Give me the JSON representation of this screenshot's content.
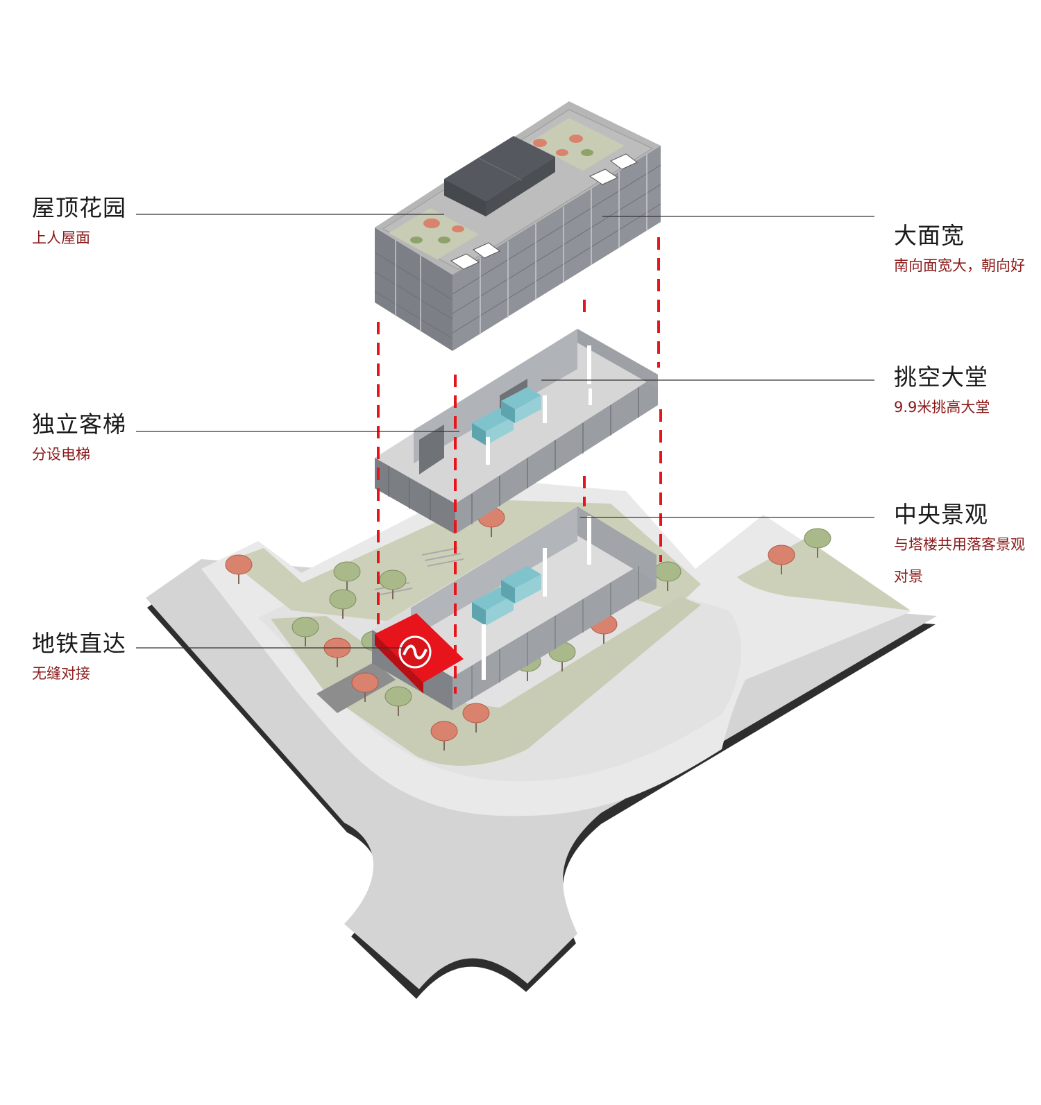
{
  "labels": {
    "roof_garden": {
      "title": "屋顶花园",
      "sub": "上人屋面"
    },
    "elevator": {
      "title": "独立客梯",
      "sub": "分设电梯"
    },
    "metro": {
      "title": "地铁直达",
      "sub": "无缝对接"
    },
    "frontage": {
      "title": "大面宽",
      "sub": "南向面宽大，朝向好"
    },
    "lobby": {
      "title": "挑空大堂",
      "sub": "9.9米挑高大堂"
    },
    "landscape": {
      "title": "中央景观",
      "sub": "与塔楼共用落客景观对景"
    }
  },
  "colors": {
    "accent_red": "#e8141b",
    "sub_text": "#8b1a1a",
    "road": "#d4d4d4",
    "sidewalk": "#e8e8e8",
    "green": "#c9ccb4",
    "building": "#8f9399",
    "roof_deck": "#b6b6b6",
    "glass_teal": "#7fc3cc",
    "tree_red": "#d9826e",
    "tree_green": "#a9b98a"
  },
  "icons": {
    "metro": "shanghai-metro-logo-icon"
  }
}
